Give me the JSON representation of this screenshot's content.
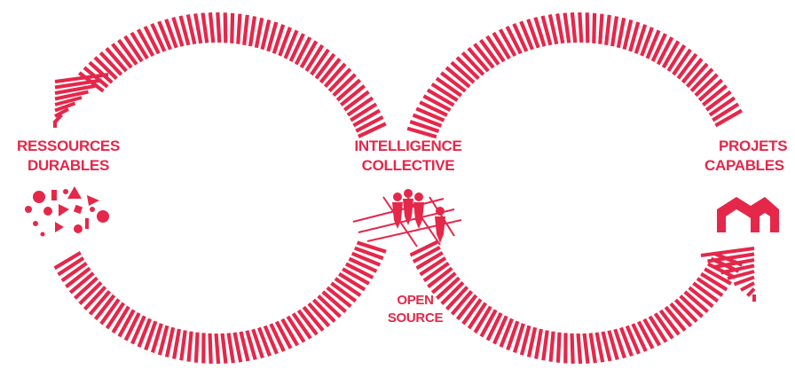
{
  "colors": {
    "accent": "#e5274a",
    "background": "#ffffff"
  },
  "labels": {
    "left": {
      "line1": "RESSOURCES",
      "line2": "DURABLES"
    },
    "center": {
      "line1": "INTELLIGENCE",
      "line2": "COLLECTIVE"
    },
    "right": {
      "line1": "PROJETS",
      "line2": "CAPABLES"
    },
    "bottom": {
      "line1": "OPEN",
      "line2": "SOURCE"
    }
  },
  "icons": {
    "left": "confetti-shapes-icon",
    "center": "people-network-icon",
    "right": "house-arch-icon"
  }
}
